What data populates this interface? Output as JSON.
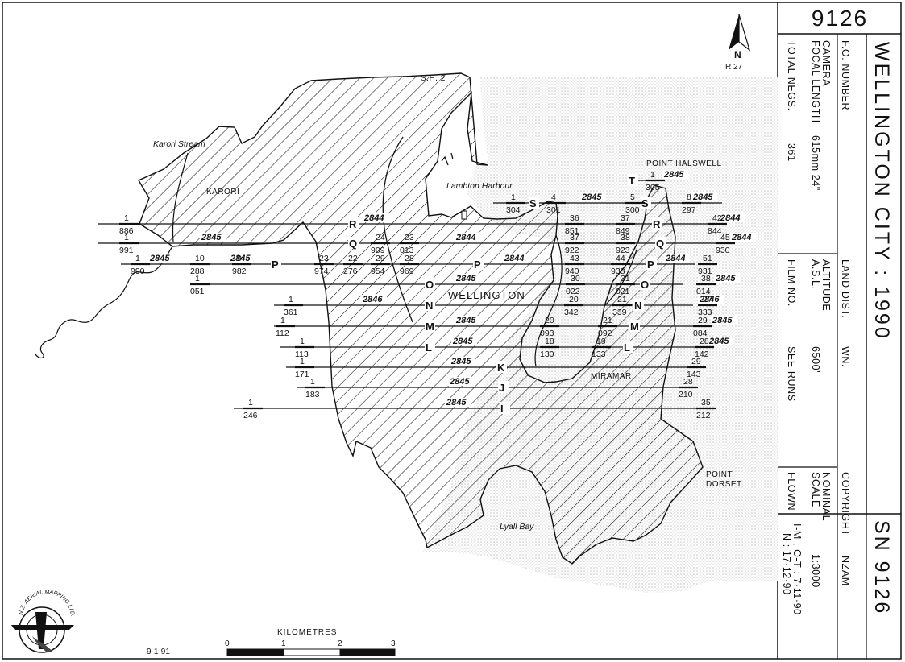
{
  "sheet": {
    "number": "9126",
    "title": "WELLINGTON  CITY : 1990",
    "sn_label": "SN 9126",
    "date": "9·1·91",
    "north_arrow": {
      "letter": "N",
      "code": "R 27",
      "icon": "north-arrow-icon"
    },
    "scale_bar": {
      "title": "KILOMETRES",
      "ticks": [
        "0",
        "1",
        "2",
        "3"
      ]
    },
    "logo_text": "N.Z. AERIAL MAPPING LTD.",
    "colors": {
      "ink": "#111111",
      "sea_stipple": "#d4d4d4",
      "paper": "#ffffff"
    }
  },
  "info_panel": {
    "fo_number_label": "F.O. NUMBER",
    "camera_label": "CAMERA",
    "focal_label": "FOCAL LENGTH",
    "focal_value": "615mm   24\"",
    "total_negs_label": "TOTAL NEGS.",
    "total_negs_value": "361",
    "land_dist_label": "LAND DIST.",
    "land_dist_value": "WN.",
    "altitude_label": "ALTITUDE",
    "asl_label": "A.S.L.",
    "altitude_value": "6500'",
    "film_label": "FILM NO.",
    "film_value": "SEE RUNS",
    "copyright_label": "COPYRIGHT",
    "copyright_value": "NZAM",
    "nominal_label": "NOMINAL",
    "scale_label": "SCALE",
    "scale_value": "1:3000",
    "flown_label": "FLOWN",
    "flown_line1": "I-M ; O-T : 7·11·90",
    "flown_line2": "N : 17·12·90"
  },
  "places": {
    "karori_stream": "Karori Stream",
    "karori": "KARORI",
    "sh2": "S.H. 2",
    "lambton": "Lambton Harbour",
    "wellington": "WELLINGTON",
    "halswell": "POINT HALSWELL",
    "miramar": "MIRAMAR",
    "dorset1": "POINT",
    "dorset2": "DORSET",
    "lyall": "Lyall Bay"
  },
  "runs": [
    {
      "letter": "T",
      "film": "2845",
      "segments": [
        {
          "start": "1",
          "end": "305"
        }
      ]
    },
    {
      "letter": "S",
      "film": "2845",
      "segments": [
        {
          "start": "1",
          "end": "304"
        },
        {
          "start": "4",
          "end": "301"
        },
        {
          "start": "5",
          "end": "300"
        },
        {
          "start": "8",
          "end": "297"
        }
      ]
    },
    {
      "letter": "R",
      "film": "2844",
      "segments": [
        {
          "start": "1",
          "end": "886"
        },
        {
          "start": "36",
          "end": "851"
        },
        {
          "start": "37",
          "end": "849"
        },
        {
          "start": "42",
          "end": "844"
        }
      ]
    },
    {
      "letter": "Q",
      "film": "2845",
      "film2": "2844",
      "segments": [
        {
          "start": "1",
          "end": "991"
        },
        {
          "start": "24",
          "end": "909"
        },
        {
          "start": "23",
          "end": "013"
        },
        {
          "start": "37",
          "end": "922"
        },
        {
          "start": "38",
          "end": "923"
        },
        {
          "start": "45",
          "end": "930"
        }
      ]
    },
    {
      "letter": "P",
      "film": "2845",
      "film2": "2844",
      "segments": [
        {
          "start": "1",
          "end": "990"
        },
        {
          "start": "10",
          "end": "288"
        },
        {
          "start": "9",
          "end": "982"
        },
        {
          "start": "23",
          "end": "974"
        },
        {
          "start": "22",
          "end": "276"
        },
        {
          "start": "29",
          "end": "954"
        },
        {
          "start": "28",
          "end": "969"
        },
        {
          "start": "43",
          "end": "940"
        },
        {
          "start": "44",
          "end": "938"
        },
        {
          "start": "51",
          "end": "931"
        }
      ]
    },
    {
      "letter": "O",
      "film": "2845",
      "segments": [
        {
          "start": "1",
          "end": "051"
        },
        {
          "start": "30",
          "end": "022"
        },
        {
          "start": "31",
          "end": "021"
        },
        {
          "start": "38",
          "end": "014"
        }
      ]
    },
    {
      "letter": "N",
      "film": "2846",
      "segments": [
        {
          "start": "1",
          "end": "361"
        },
        {
          "start": "20",
          "end": "342"
        },
        {
          "start": "21",
          "end": "339"
        },
        {
          "start": "27",
          "end": "333"
        }
      ]
    },
    {
      "letter": "M",
      "film": "2845",
      "segments": [
        {
          "start": "1",
          "end": "112"
        },
        {
          "start": "20",
          "end": "093"
        },
        {
          "start": "21",
          "end": "092"
        },
        {
          "start": "29",
          "end": "084"
        }
      ]
    },
    {
      "letter": "L",
      "film": "2845",
      "segments": [
        {
          "start": "1",
          "end": "113"
        },
        {
          "start": "18",
          "end": "130"
        },
        {
          "start": "19",
          "end": "133"
        },
        {
          "start": "28",
          "end": "142"
        }
      ]
    },
    {
      "letter": "K",
      "film": "2845",
      "segments": [
        {
          "start": "1",
          "end": "171"
        },
        {
          "start": "29",
          "end": "143"
        }
      ]
    },
    {
      "letter": "J",
      "film": "2845",
      "segments": [
        {
          "start": "1",
          "end": "183"
        },
        {
          "start": "28",
          "end": "210"
        }
      ]
    },
    {
      "letter": "I",
      "film": "2845",
      "segments": [
        {
          "start": "1",
          "end": "246"
        },
        {
          "start": "35",
          "end": "212"
        }
      ]
    }
  ]
}
